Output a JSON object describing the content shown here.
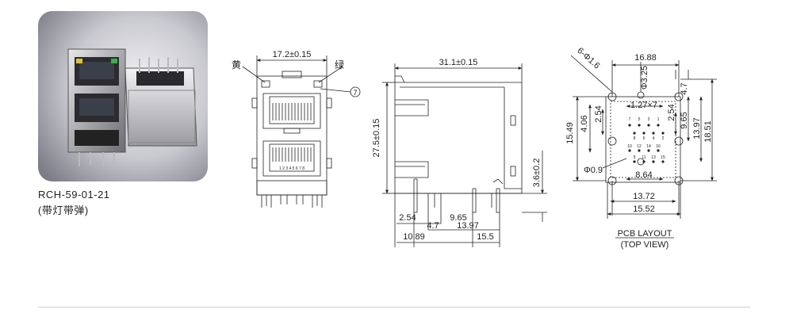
{
  "product": {
    "model": "RCH-59-01-21",
    "subtitle": "(带灯带弹)"
  },
  "front_view": {
    "width_dim": "17.2±0.15",
    "yellow_label": "黄",
    "green_label": "绿",
    "callout": "7",
    "pin_numbers_text": "1 2 3 4 5 6 7 8"
  },
  "side_view": {
    "width_dim": "31.1±0.15",
    "height_dim": "27.5±0.15",
    "standoff_dim": "3.6±0.2",
    "dim_254": "2.54",
    "dim_47": "4.7",
    "dim_965": "9.65",
    "dim_1397": "13.97",
    "dim_1089": "10.89",
    "dim_155": "15.5"
  },
  "pcb_layout": {
    "hole_note": "6-Φ1.6",
    "top_width": "16.88",
    "dia_325": "Φ3.25",
    "pitch": "1.27×7",
    "dim_254_left": "2.54",
    "dim_254_right": "2.54",
    "dim_47": "4.7",
    "dim_406": "4.06",
    "dim_1549": "15.49",
    "dim_965": "9.65",
    "dim_1397": "13.97",
    "dim_1851": "18.51",
    "dia_09": "Φ0.9",
    "dim_864": "8.64",
    "dim_1372": "13.72",
    "dim_1552": "15.52",
    "pins_row1": [
      "7",
      "5",
      "3",
      "1"
    ],
    "pins_row2": [
      "8",
      "6",
      "4",
      "2"
    ],
    "pins_row3": [
      "10",
      "12",
      "14",
      "16"
    ],
    "pins_row4": [
      "9",
      "11",
      "13",
      "15"
    ],
    "title": "PCB LAYOUT",
    "subtitle": "(TOP VIEW)"
  }
}
